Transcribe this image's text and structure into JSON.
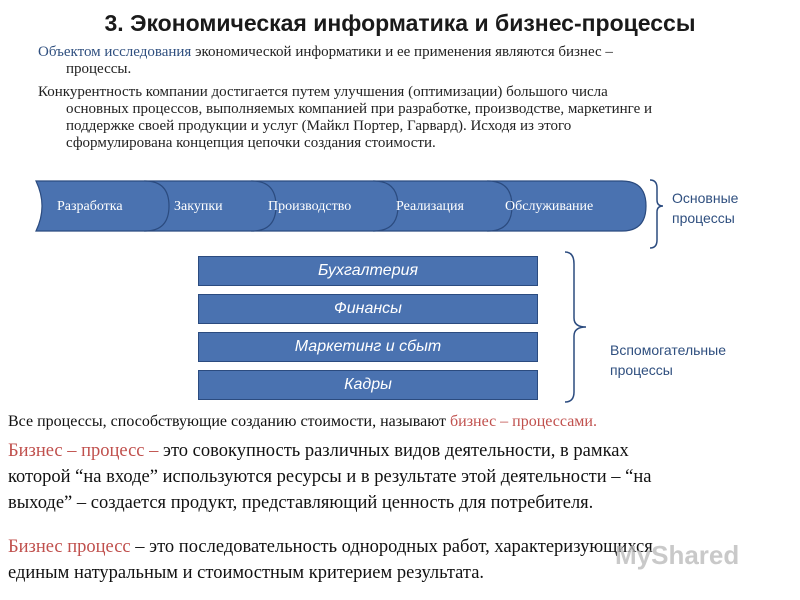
{
  "slide": {
    "title": "3. Экономическая информатика и бизнес-процессы",
    "intro_lead": "Объектом исследования",
    "intro_rest": " экономической информатики и ее применения являются бизнес –",
    "intro_line2": "процессы.",
    "porter_line1": "Конкурентность компании достигается путем улучшения (оптимизации) большого числа",
    "porter_line2": "основных процессов, выполняемых компанией при разработке, производстве, маркетинге и",
    "porter_line3": "поддержке своей продукции и услуг (Майкл Портер, Гарвард). Исходя из этого",
    "porter_line4": "сформулирована концепция цепочки создания стоимости."
  },
  "value_chain": {
    "primary": [
      "Разработка",
      "Закупки",
      "Производство",
      "Реализация",
      "Обслуживание"
    ],
    "primary_label_line1": "Основные",
    "primary_label_line2": "процессы",
    "support": [
      "Бухгалтерия",
      "Финансы",
      "Маркетинг и сбыт",
      "Кадры"
    ],
    "support_label_line1": "Вспомогательные",
    "support_label_line2": "процессы",
    "colors": {
      "box": "#4a72b0",
      "border": "#2b4b7f",
      "accent_text": "#2f4f7f",
      "highlight": "#c0504d"
    }
  },
  "definitions": {
    "line1_text": "Все процессы, способствующие созданию стоимости, называют ",
    "line1_highlight": "бизнес – процессами.",
    "def1_term": "Бизнес – процесс – ",
    "def1_l1": "это совокупность различных видов деятельности, в рамках",
    "def1_l2": "которой “на входе” используются ресурсы и в результате этой деятельности – “на",
    "def1_l3": "выходе” – создается продукт, представляющий ценность для потребителя.",
    "def2_term": "Бизнес процесс",
    "def2_l1": " – это последовательность однородных работ, характеризующихся",
    "def2_l2": "единым натуральным и стоимостным критерием результата."
  },
  "watermark": "MyShared"
}
